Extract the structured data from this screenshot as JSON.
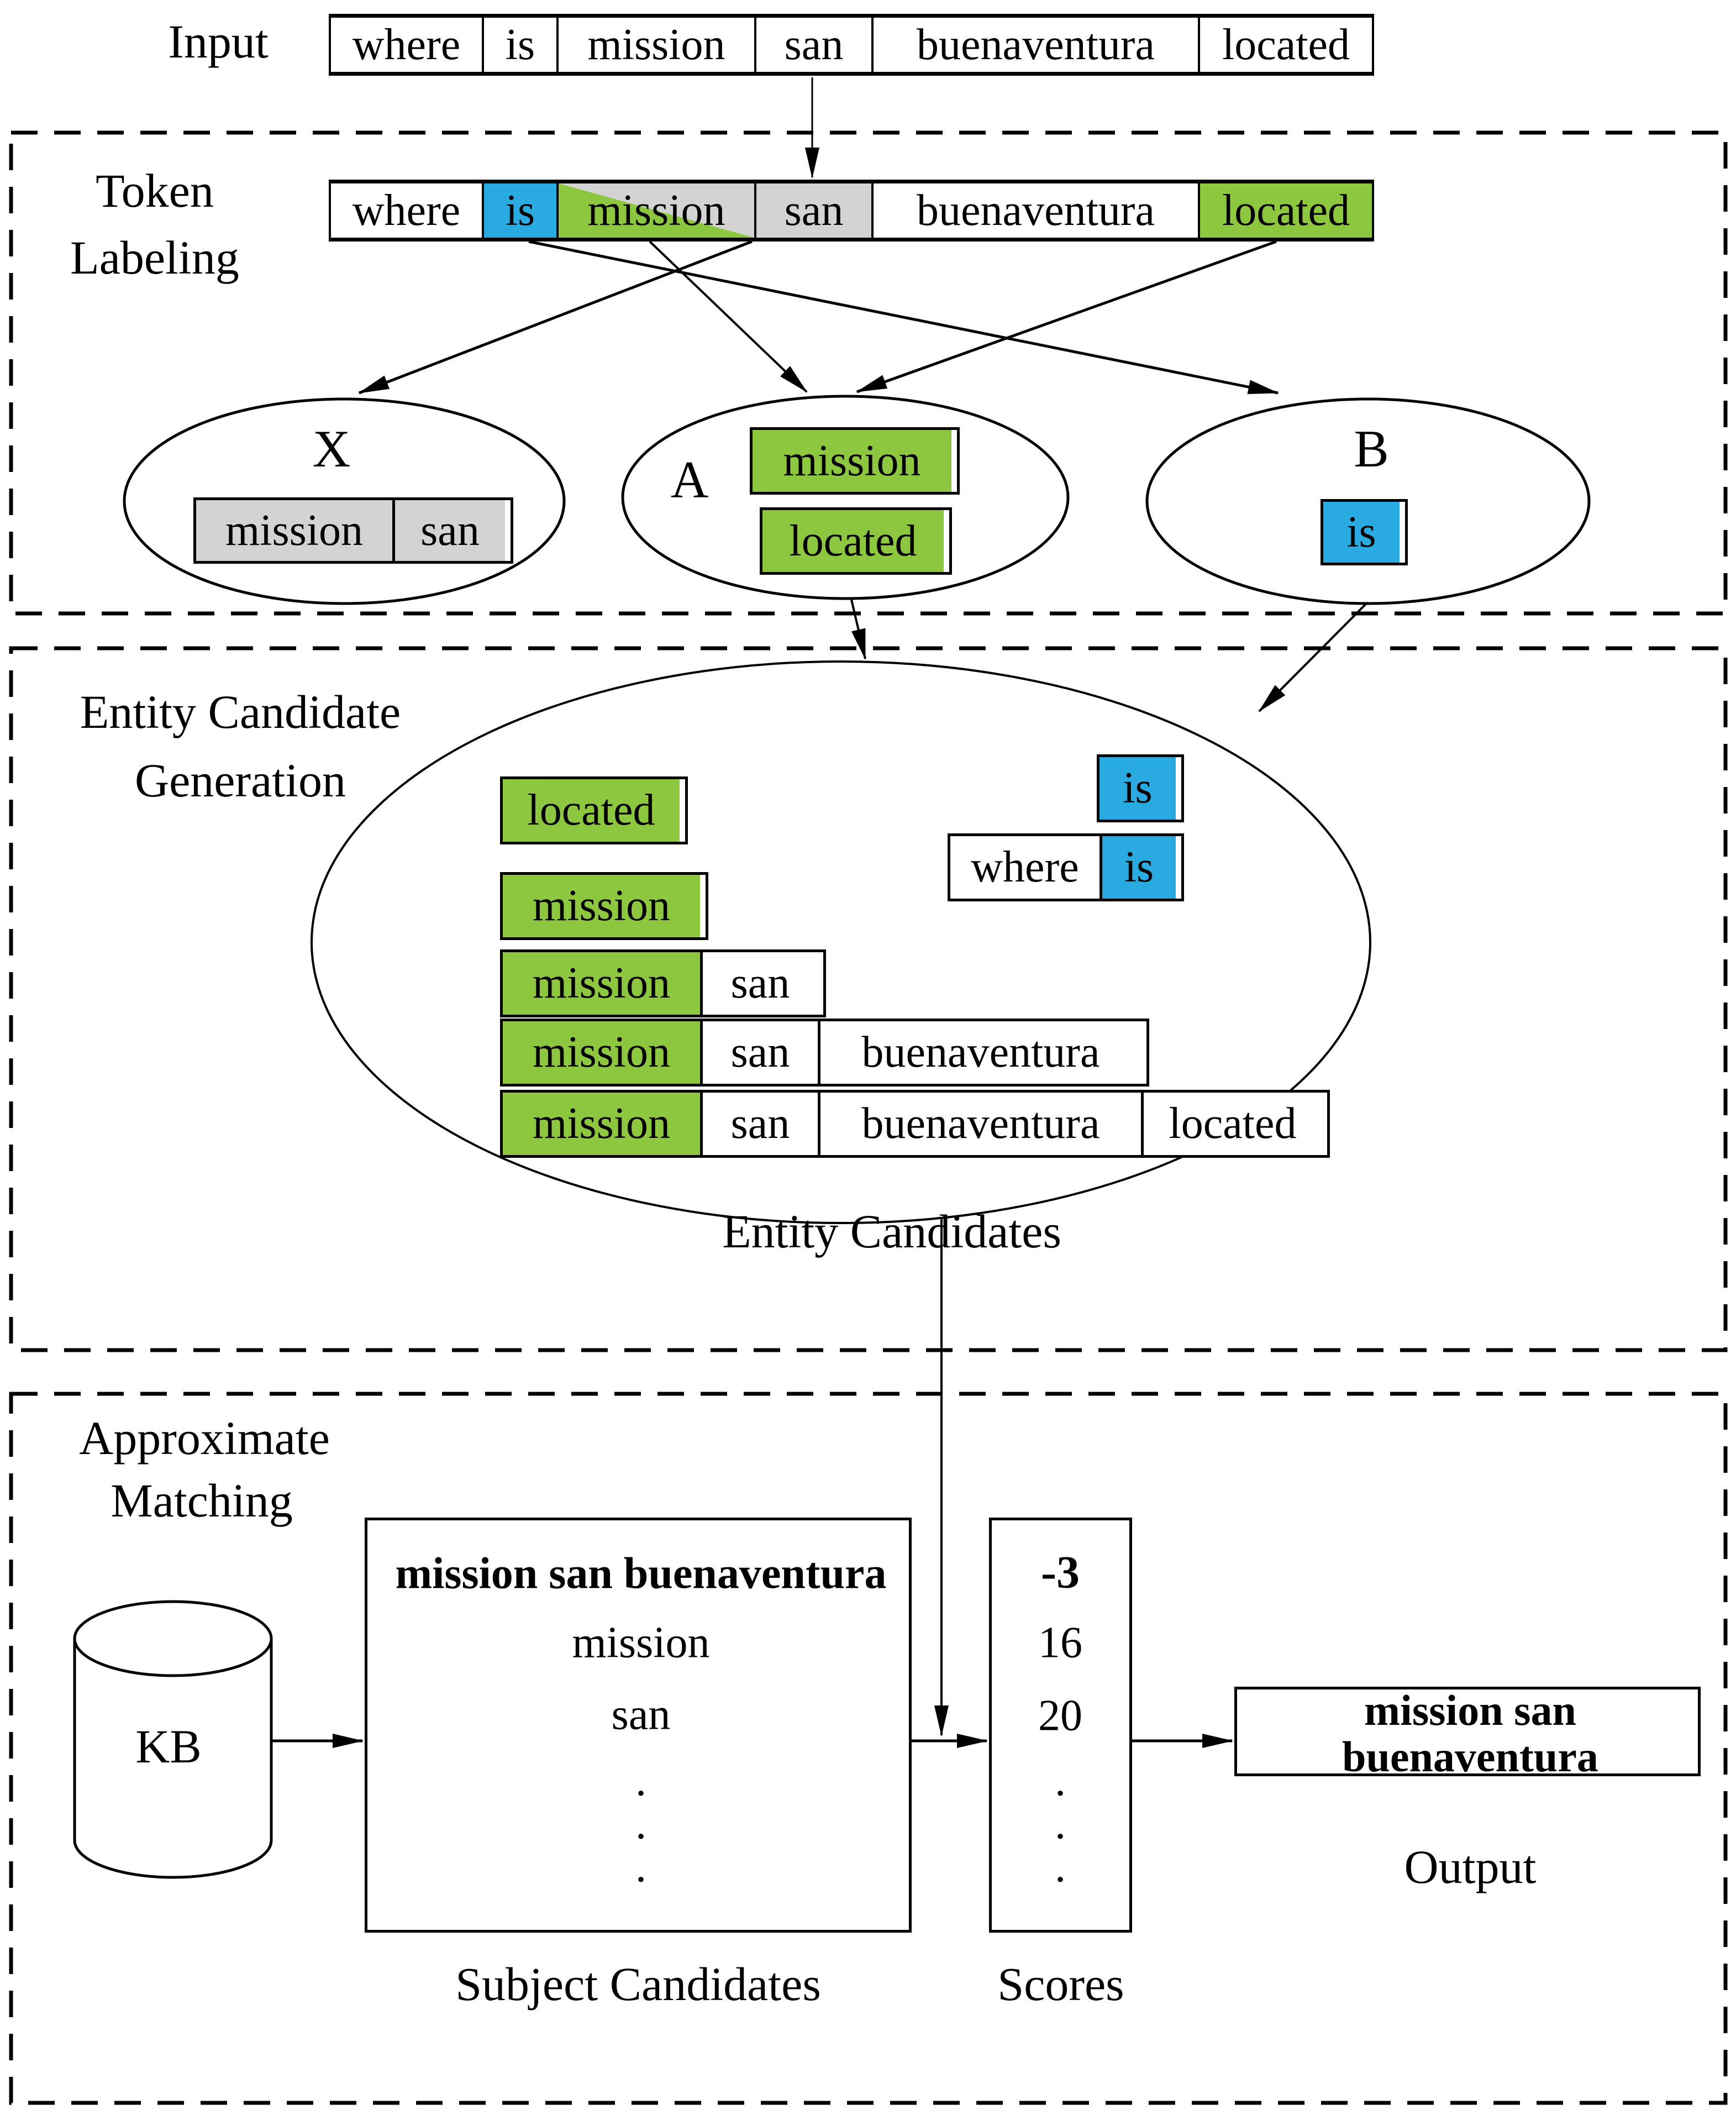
{
  "colors": {
    "green": "#8DC63F",
    "blue": "#29ABE2",
    "gray": "#D3D3D3",
    "line": "#000000"
  },
  "input": {
    "label": "Input",
    "tokens": [
      "where",
      "is",
      "mission",
      "san",
      "buenaventura",
      "located"
    ]
  },
  "token_labeling": {
    "title_line1": "Token",
    "title_line2": "Labeling",
    "tokens": [
      "where",
      "is",
      "mission",
      "san",
      "buenaventura",
      "located"
    ],
    "token_colors": [
      "white",
      "blue",
      "green-gray-diagonal",
      "gray",
      "white",
      "green"
    ],
    "groups": {
      "x": {
        "label": "X",
        "cells": [
          "mission",
          "san"
        ],
        "color": "gray"
      },
      "a": {
        "label": "A",
        "cells": [
          "mission",
          "located"
        ],
        "color": "green"
      },
      "b": {
        "label": "B",
        "cells": [
          "is"
        ],
        "color": "blue"
      }
    }
  },
  "entity_candidate_generation": {
    "title_line1": "Entity Candidate",
    "title_line2": "Generation",
    "caption": "Entity Candidates",
    "candidates": [
      {
        "cells": [
          {
            "text": "located",
            "color": "green"
          }
        ]
      },
      {
        "cells": [
          {
            "text": "is",
            "color": "blue"
          }
        ]
      },
      {
        "cells": [
          {
            "text": "where",
            "color": "white"
          },
          {
            "text": "is",
            "color": "blue"
          }
        ]
      },
      {
        "cells": [
          {
            "text": "mission",
            "color": "green"
          }
        ]
      },
      {
        "cells": [
          {
            "text": "mission",
            "color": "green"
          },
          {
            "text": "san",
            "color": "white"
          }
        ]
      },
      {
        "cells": [
          {
            "text": "mission",
            "color": "green"
          },
          {
            "text": "san",
            "color": "white"
          },
          {
            "text": "buenaventura",
            "color": "white"
          }
        ]
      },
      {
        "cells": [
          {
            "text": "mission",
            "color": "green"
          },
          {
            "text": "san",
            "color": "white"
          },
          {
            "text": "buenaventura",
            "color": "white"
          },
          {
            "text": "located",
            "color": "white"
          }
        ]
      }
    ]
  },
  "approximate_matching": {
    "title_line1": "Approximate",
    "title_line2": "Matching",
    "kb_label": "KB",
    "subject_candidates": {
      "header": "mission san buenaventura",
      "items": [
        "mission",
        "san"
      ],
      "dots": [
        ".",
        ".",
        "."
      ],
      "label": "Subject Candidates"
    },
    "scores": {
      "values": [
        "-3",
        "16",
        "20"
      ],
      "dots": [
        ".",
        ".",
        "."
      ],
      "label": "Scores"
    },
    "output": {
      "line1": "mission san",
      "line2": "buenaventura",
      "label": "Output"
    }
  }
}
